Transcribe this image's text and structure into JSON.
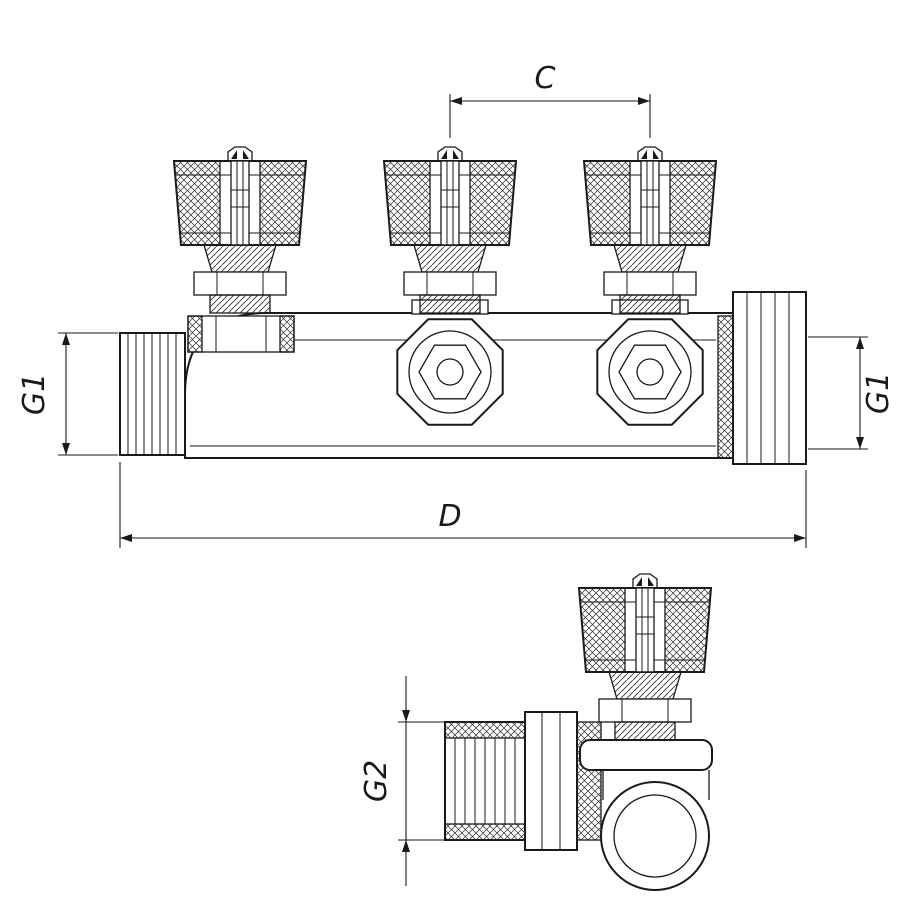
{
  "drawing": {
    "type": "technical-drawing",
    "subject": "manifold-with-valves-two-views",
    "labels": {
      "c": "C",
      "d": "D",
      "g1_left": "G1",
      "g1_right": "G1",
      "g2": "G2"
    }
  },
  "colors": {
    "line": "#1a1a1a",
    "background": "#ffffff"
  }
}
